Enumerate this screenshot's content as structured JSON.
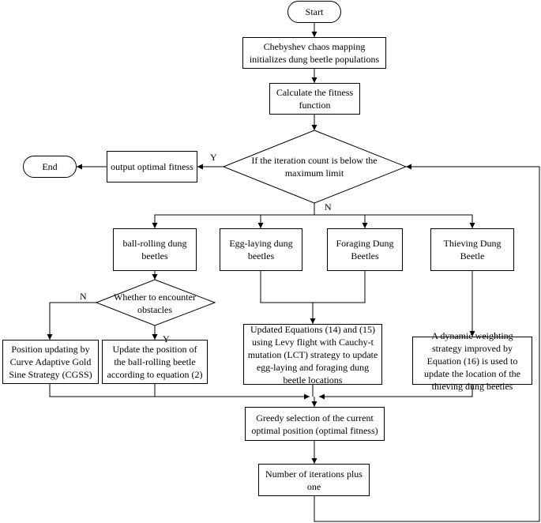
{
  "nodes": {
    "start": "Start",
    "init": "Chebyshev chaos mapping initializes dung beetle populations",
    "fitness": "Calculate the fitness function",
    "decision_iter": "If the iteration count is below the maximum limit",
    "output": "output optimal fitness",
    "end": "End",
    "ball_rolling": "ball-rolling dung beetles",
    "egg_laying": "Egg-laying dung beetles",
    "foraging": "Foraging Dung Beetles",
    "thieving": "Thieving Dung Beetle",
    "decision_obstacle": "Whether to encounter obstacles",
    "cgss": "Position updating by Curve Adaptive Gold Sine Strategy (CGSS)",
    "update_ball": "Update the position of the ball-rolling beetle according to equation (2)",
    "levy": "Updated Equations (14) and (15) using Levy flight with Cauchy-t mutation (LCT) strategy to update egg-laying and foraging dung beetle locations",
    "dynamic_weight": "A dynamic weighting strategy improved by Equation (16) is used to update the location of the thieving dung beetles",
    "greedy": "Greedy selection of the current optimal position (optimal fitness)",
    "iter_plus": "Number of iterations plus one"
  },
  "labels": {
    "yes_iter": "Y",
    "no_iter": "N",
    "no_obstacle": "N",
    "yes_obstacle": "Y"
  }
}
